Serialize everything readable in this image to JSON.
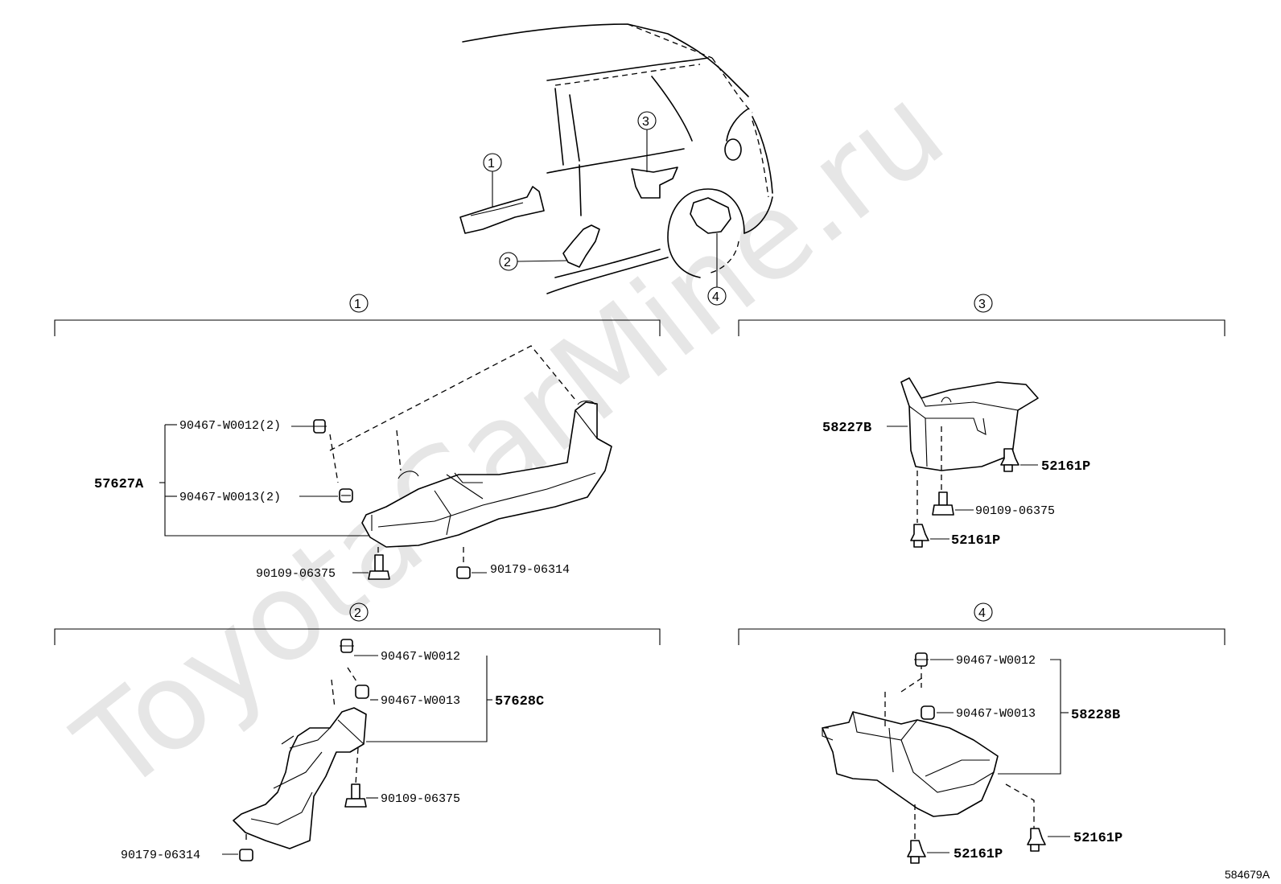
{
  "watermark": "ToyotaCarMine.ru",
  "diagram_code": "584679A",
  "callouts": [
    "1",
    "2",
    "3",
    "4"
  ],
  "section_1": {
    "number": "1",
    "assembly": "57627A",
    "parts": [
      "90467-W0012(2)",
      "90467-W0013(2)",
      "90109-06375",
      "90179-06314"
    ]
  },
  "section_2": {
    "number": "2",
    "assembly": "57628C",
    "parts": [
      "90467-W0012",
      "90467-W0013",
      "90109-06375",
      "90179-06314"
    ]
  },
  "section_3": {
    "number": "3",
    "assembly": "58227B",
    "parts": [
      "52161P",
      "90109-06375",
      "52161P"
    ]
  },
  "section_4": {
    "number": "4",
    "assembly": "58228B",
    "parts": [
      "90467-W0012",
      "90467-W0013",
      "52161P",
      "52161P"
    ]
  }
}
